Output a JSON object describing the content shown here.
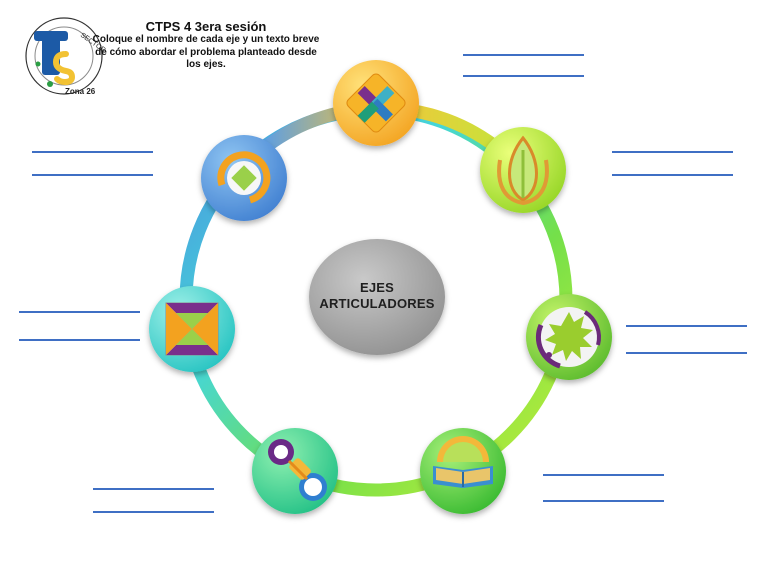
{
  "header": {
    "title": "CTPS 4 3era sesión",
    "instructions": "Coloque el nombre de cada eje y un texto breve de cómo abordar el problema planteado desde los ejes."
  },
  "logo": {
    "letters": "Ts",
    "sector_text": "SECTOR 4",
    "zona_text": "Zona 26"
  },
  "center": {
    "line1": "EJES",
    "line2": "ARTICULADORES"
  },
  "nodes": [
    {
      "id": "top",
      "icon": "puzzle-cross-icon",
      "colors": [
        "#ffe27a",
        "#f3a21f"
      ]
    },
    {
      "id: ": "",
      "id": "right-upper",
      "icon": "leaf-flower-icon",
      "colors": [
        "#eaff7a",
        "#93d423"
      ]
    },
    {
      "id": "right-lower",
      "icon": "paint-splash-icon",
      "colors": [
        "#c6f56a",
        "#58b92b"
      ]
    },
    {
      "id": "bottom-right",
      "icon": "open-book-sunrise-icon",
      "colors": [
        "#a8f07a",
        "#35b82e"
      ]
    },
    {
      "id": "bottom-left",
      "icon": "rattle-icon",
      "colors": [
        "#8ff0b0",
        "#1fbf85"
      ]
    },
    {
      "id": "left",
      "icon": "hourglass-triangles-icon",
      "colors": [
        "#9ff0e8",
        "#22c2c0"
      ]
    },
    {
      "id": "top-left",
      "icon": "ring-diamond-icon",
      "colors": [
        "#8fc5f2",
        "#3f7ed0"
      ]
    }
  ],
  "colors": {
    "ring_blue": "#4a8fe0",
    "ring_cyan": "#45d6d8",
    "ring_green": "#74e04a",
    "ring_yellow": "#f4c43a",
    "answer_line": "#3f6fc4",
    "hub_gray": "#9e9e9e"
  }
}
